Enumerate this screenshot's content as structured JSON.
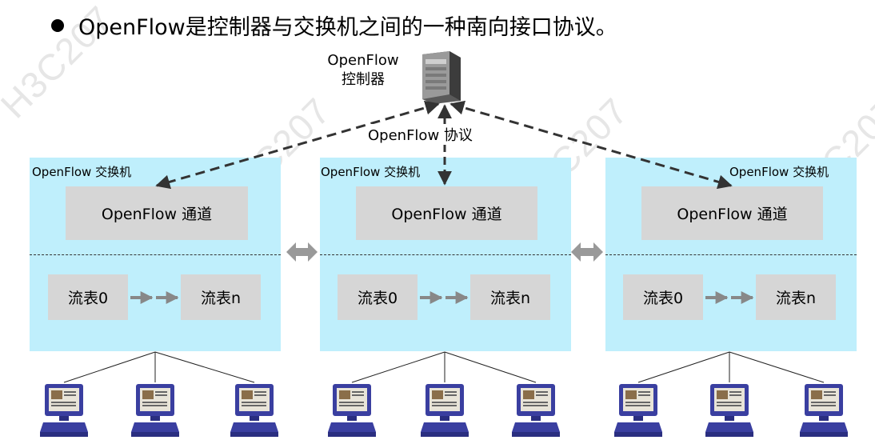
{
  "watermark": "H3C207",
  "bullet": "OpenFlow是控制器与交换机之间的一种南向接口协议。",
  "controller": {
    "label_line1": "OpenFlow",
    "label_line2": "控制器",
    "icon": "server-icon"
  },
  "protocol_label": "OpenFlow 协议",
  "switches": [
    {
      "label": "OpenFlow  交换机",
      "channel": "OpenFlow 通道",
      "table_first": "流表0",
      "table_last": "流表n"
    },
    {
      "label": "OpenFlow  交换机",
      "channel": "OpenFlow 通道",
      "table_first": "流表0",
      "table_last": "流表n"
    },
    {
      "label": "OpenFlow  交换机",
      "channel": "OpenFlow 通道",
      "table_first": "流表0",
      "table_last": "流表n"
    }
  ],
  "colors": {
    "switch_bg": "#bfeffc",
    "box_gray": "#d6d6d6",
    "arrow_gray": "#888888"
  },
  "host_icon": "pc-icon"
}
